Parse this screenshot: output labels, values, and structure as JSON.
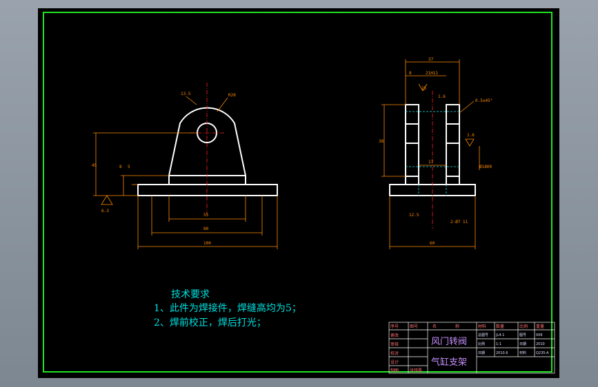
{
  "front_view": {
    "dims": {
      "angle_top": "13.5",
      "radius": "R20",
      "height": "45",
      "small_h": "8",
      "base_t": "5",
      "inner": "55",
      "mid": "80",
      "overall": "100",
      "weld": "6.3"
    }
  },
  "side_view": {
    "dims": {
      "top_w": "37",
      "left_gap": "8",
      "slot": "21H11",
      "v1": "25",
      "v2": "1.6",
      "chamfer": "0.5x45°",
      "height": "38",
      "gap17": "17",
      "rough": "1.6",
      "hole": "Ø18H9",
      "bottom_h": "12.5",
      "bottom_w": "2-Ø7 11",
      "overall": "60"
    }
  },
  "notes": {
    "title": "技术要求",
    "line1": "1、此件为焊接件，焊缝高均为5；",
    "line2": "2、焊前校正，焊后打光；"
  },
  "title_block": {
    "header": [
      "序号",
      "图号",
      "名",
      "称",
      "材料",
      "数量",
      "比例",
      "重量"
    ],
    "rows": [
      "更改",
      "审核",
      "校对",
      "设计",
      "制图"
    ],
    "name1": "风门转阀",
    "name2": "气缸支架",
    "info_labels": [
      "总图号",
      "比例",
      "日期"
    ],
    "info_vals": [
      "JL4-1",
      "1:1",
      "2010.6"
    ],
    "right_labels": [
      "图号",
      "日期",
      "材料"
    ],
    "right_vals": [
      "006",
      "2010",
      "Q235-A"
    ],
    "drafter": "张铁磊"
  }
}
